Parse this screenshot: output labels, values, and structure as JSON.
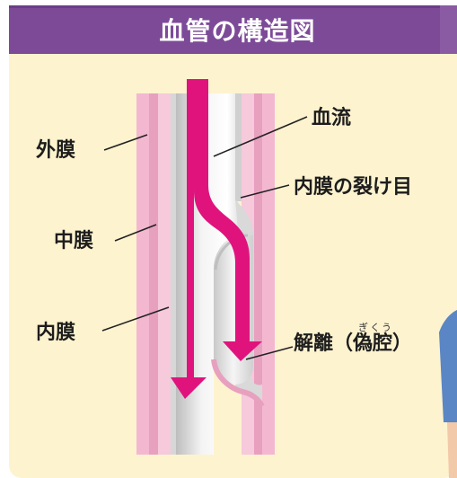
{
  "title": "血管の構造図",
  "labels": {
    "outer_membrane": "外膜",
    "middle_membrane": "中膜",
    "inner_membrane": "内膜",
    "blood_flow": "血流",
    "intimal_tear": "内膜の裂け目",
    "dissection": "解離（偽腔）",
    "dissection_ruby": "ぎくう"
  },
  "colors": {
    "title_bar": "#7d4a98",
    "panel_bg": "#fdf3cf",
    "arrow": "#e0137d",
    "outer_wall": "#e8a0bf",
    "inner_wall": "#c9c9c9",
    "lumen": "#f0f0f0"
  }
}
